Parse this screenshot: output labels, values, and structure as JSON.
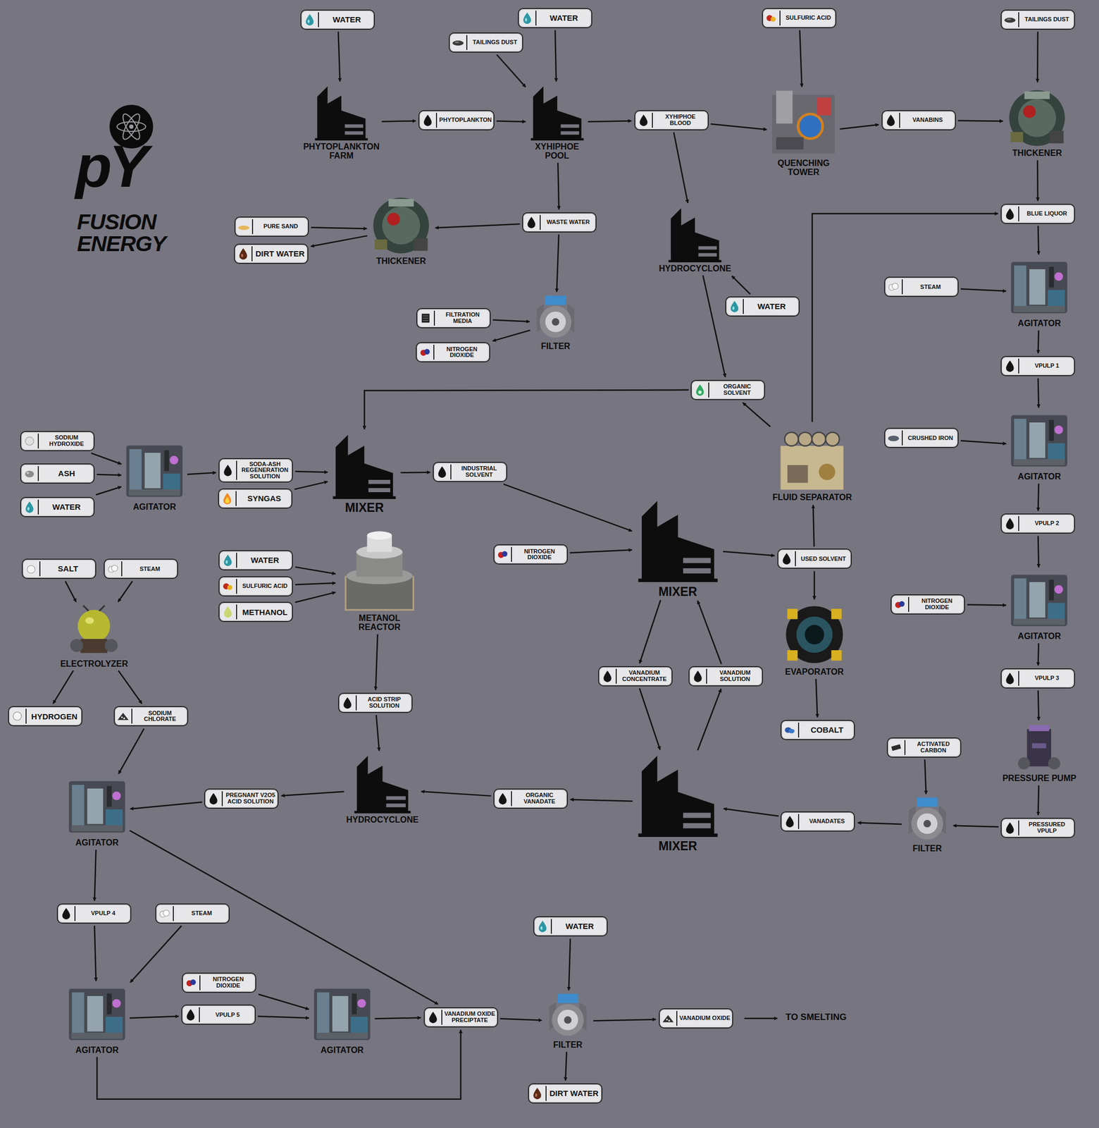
{
  "diagram": {
    "nodes": [
      {
        "text": [
          "WATER"
        ]
      },
      {
        "text": [
          "PHYTOPLANKTON FARM"
        ]
      },
      {
        "text": [
          "PHYTOPLANKTON"
        ]
      },
      {
        "text": [
          "WATER"
        ]
      },
      {
        "text": [
          "TAILINGS DUST"
        ]
      },
      {
        "text": [
          "XYHIPHOE POOL"
        ]
      },
      {
        "text": [
          "XYHIPHOE BLOOD"
        ]
      },
      {
        "text": [
          "SULFURIC ACID"
        ]
      },
      {
        "text": [
          "QUENCHING TOWER"
        ]
      },
      {
        "text": [
          "VANABINS"
        ]
      },
      {
        "text": [
          "TAILINGS DUST"
        ]
      },
      {
        "text": [
          "THICKENER"
        ]
      },
      {
        "text": [
          "WASTE WATER"
        ]
      },
      {
        "text": [
          "THICKENER"
        ]
      },
      {
        "text": [
          "PURE SAND"
        ]
      },
      {
        "text": [
          "DIRT WATER"
        ]
      },
      {
        "text": [
          "FILTER"
        ]
      },
      {
        "text": [
          "FILTRATION MEDIA"
        ]
      },
      {
        "text": [
          "NITROGEN DIOXIDE"
        ]
      },
      {
        "text": [
          "HYDROCYCLONE"
        ]
      },
      {
        "text": [
          "WATER"
        ]
      },
      {
        "text": [
          "ORGANIC SOLVENT"
        ]
      },
      {
        "text": [
          "FLUID SEPARATOR"
        ]
      },
      {
        "text": [
          "BLUE LIQUOR"
        ]
      },
      {
        "text": [
          "STEAM"
        ]
      },
      {
        "text": [
          "AGITATOR"
        ]
      },
      {
        "text": [
          "VPULP 1"
        ]
      },
      {
        "text": [
          "CRUSHED IRON"
        ]
      },
      {
        "text": [
          "AGITATOR"
        ]
      },
      {
        "text": [
          "VPULP 2"
        ]
      },
      {
        "text": [
          "NITROGEN DIOXIDE"
        ]
      },
      {
        "text": [
          "AGITATOR"
        ]
      },
      {
        "text": [
          "VPULP 3"
        ]
      },
      {
        "text": [
          "PRESSURE PUMP"
        ]
      },
      {
        "text": [
          "PRESSURED VPULP"
        ]
      },
      {
        "text": [
          "ACTIVATED CARBON"
        ]
      },
      {
        "text": [
          "FILTER"
        ]
      },
      {
        "text": [
          "VANADATES"
        ]
      },
      {
        "text": [
          "USED SOLVENT"
        ]
      },
      {
        "text": [
          "EVAPORATOR"
        ]
      },
      {
        "text": [
          "COBALT"
        ]
      },
      {
        "text": [
          "MIXER"
        ]
      },
      {
        "text": [
          "NITROGEN DIOXIDE"
        ]
      },
      {
        "text": [
          "INDUSTRIAL SOLVENT"
        ]
      },
      {
        "text": [
          "MIXER"
        ]
      },
      {
        "text": [
          "SODA-ASH REGENERATION SOLUTION"
        ]
      },
      {
        "text": [
          "SYNGAS"
        ]
      },
      {
        "text": [
          "AGITATOR"
        ]
      },
      {
        "text": [
          "SODIUM HYDROXIDE"
        ]
      },
      {
        "text": [
          "ASH"
        ]
      },
      {
        "text": [
          "WATER"
        ]
      },
      {
        "text": [
          "VANADIUM CONCENTRATE"
        ]
      },
      {
        "text": [
          "VANADIUM SOLUTION"
        ]
      },
      {
        "text": [
          "MIXER"
        ]
      },
      {
        "text": [
          "ORGANIC VANADATE"
        ]
      },
      {
        "text": [
          "HYDROCYCLONE"
        ]
      },
      {
        "text": [
          "METANOL REACTOR"
        ]
      },
      {
        "text": [
          "WATER"
        ]
      },
      {
        "text": [
          "SULFURIC ACID"
        ]
      },
      {
        "text": [
          "METHANOL"
        ]
      },
      {
        "text": [
          "ACID STRIP SOLUTION"
        ]
      },
      {
        "text": [
          "PREGNANT V2O5 ACID SOLUTION"
        ]
      },
      {
        "text": [
          "SALT"
        ]
      },
      {
        "text": [
          "STEAM"
        ]
      },
      {
        "text": [
          "ELECTROLYZER"
        ]
      },
      {
        "text": [
          "HYDROGEN"
        ]
      },
      {
        "text": [
          "SODIUM CHLORATE"
        ]
      },
      {
        "text": [
          "AGITATOR"
        ]
      },
      {
        "text": [
          "VPULP 4"
        ]
      },
      {
        "text": [
          "STEAM"
        ]
      },
      {
        "text": [
          "AGITATOR"
        ]
      },
      {
        "text": [
          "NITROGEN DIOXIDE"
        ]
      },
      {
        "text": [
          "VPULP 5"
        ]
      },
      {
        "text": [
          "AGITATOR"
        ]
      },
      {
        "text": [
          "VANADIUM OXIDE PRECIPTATE"
        ]
      },
      {
        "text": [
          "WATER"
        ]
      },
      {
        "text": [
          "FILTER"
        ]
      },
      {
        "text": [
          "VANADIUM OXIDE"
        ]
      },
      {
        "text": [
          "DIRT WATER"
        ]
      }
    ],
    "edges": [
      {
        "from": 0,
        "to": 1,
        "arrow": "to"
      },
      {
        "from": 1,
        "to": 2,
        "arrow": "to"
      },
      {
        "from": 2,
        "to": 5,
        "arrow": "to"
      },
      {
        "from": 4,
        "to": 5,
        "arrow": "to"
      },
      {
        "from": 3,
        "to": 5,
        "arrow": "to"
      },
      {
        "from": 5,
        "to": 6,
        "arrow": "to"
      },
      {
        "from": 6,
        "to": 8,
        "arrow": "to"
      },
      {
        "from": 7,
        "to": 8,
        "arrow": "to"
      },
      {
        "from": 8,
        "to": 9,
        "arrow": "to"
      },
      {
        "from": 9,
        "to": 11,
        "arrow": "to"
      },
      {
        "from": 10,
        "to": 11,
        "arrow": "to"
      },
      {
        "from": 11,
        "to": 23,
        "arrow": "to"
      },
      {
        "from": 5,
        "to": 12,
        "arrow": "to"
      },
      {
        "from": 12,
        "to": 13,
        "arrow": "to"
      },
      {
        "from": 14,
        "to": 13,
        "arrow": "to"
      },
      {
        "from": 13,
        "to": 15,
        "arrow": "to"
      },
      {
        "from": 12,
        "to": 16,
        "arrow": "to"
      },
      {
        "from": 17,
        "to": 16,
        "arrow": "to"
      },
      {
        "from": 16,
        "to": 18,
        "arrow": "to"
      },
      {
        "from": 6,
        "to": 19,
        "arrow": "to"
      },
      {
        "from": 20,
        "to": 19,
        "arrow": "to"
      },
      {
        "from": 19,
        "to": 21,
        "arrow": "to"
      },
      {
        "from": 22,
        "to": 21,
        "arrow": "to"
      },
      {
        "from": 22,
        "to": 23,
        "arrow": "to"
      },
      {
        "from": 23,
        "to": 25,
        "arrow": "to"
      },
      {
        "from": 24,
        "to": 25,
        "arrow": "to"
      },
      {
        "from": 25,
        "to": 26,
        "arrow": "to"
      },
      {
        "from": 26,
        "to": 28,
        "arrow": "to"
      },
      {
        "from": 27,
        "to": 28,
        "arrow": "to"
      },
      {
        "from": 28,
        "to": 29,
        "arrow": "to"
      },
      {
        "from": 29,
        "to": 31,
        "arrow": "to"
      },
      {
        "from": 30,
        "to": 31,
        "arrow": "to"
      },
      {
        "from": 31,
        "to": 32,
        "arrow": "to"
      },
      {
        "from": 32,
        "to": 33,
        "arrow": "to"
      },
      {
        "from": 33,
        "to": 34,
        "arrow": "to"
      },
      {
        "from": 34,
        "to": 36,
        "arrow": "to"
      },
      {
        "from": 35,
        "to": 36,
        "arrow": "to"
      },
      {
        "from": 36,
        "to": 37,
        "arrow": "to"
      },
      {
        "from": 37,
        "to": 53,
        "arrow": "to"
      },
      {
        "from": 53,
        "to": 52,
        "arrow": "to"
      },
      {
        "from": 52,
        "to": 41,
        "arrow": "to"
      },
      {
        "from": 41,
        "to": 51,
        "arrow": "to"
      },
      {
        "from": 51,
        "to": 53,
        "arrow": "to"
      },
      {
        "from": 53,
        "to": 54,
        "arrow": "to"
      },
      {
        "from": 54,
        "to": 55,
        "arrow": "to"
      },
      {
        "from": 55,
        "to": 61,
        "arrow": "to"
      },
      {
        "from": 61,
        "to": 67,
        "arrow": "to"
      },
      {
        "from": 60,
        "to": 55,
        "arrow": "to"
      },
      {
        "from": 56,
        "to": 60,
        "arrow": "to"
      },
      {
        "from": 57,
        "to": 56,
        "arrow": "to"
      },
      {
        "from": 58,
        "to": 56,
        "arrow": "to"
      },
      {
        "from": 59,
        "to": 56,
        "arrow": "to"
      },
      {
        "from": 21,
        "to": 44,
        "arrow": "to"
      },
      {
        "from": 45,
        "to": 44,
        "arrow": "to"
      },
      {
        "from": 46,
        "to": 44,
        "arrow": "to"
      },
      {
        "from": 44,
        "to": 43,
        "arrow": "to"
      },
      {
        "from": 43,
        "to": 41,
        "arrow": "to"
      },
      {
        "from": 42,
        "to": 41,
        "arrow": "to"
      },
      {
        "from": 41,
        "to": 38,
        "arrow": "to"
      },
      {
        "from": 38,
        "to": 22,
        "arrow": "to"
      },
      {
        "from": 38,
        "to": 39,
        "arrow": "to"
      },
      {
        "from": 39,
        "to": 40,
        "arrow": "to"
      },
      {
        "from": 48,
        "to": 47,
        "arrow": "to"
      },
      {
        "from": 49,
        "to": 47,
        "arrow": "to"
      },
      {
        "from": 50,
        "to": 47,
        "arrow": "to"
      },
      {
        "from": 47,
        "to": 45,
        "arrow": "to"
      },
      {
        "from": 62,
        "to": 64,
        "arrow": "to"
      },
      {
        "from": 63,
        "to": 64,
        "arrow": "to"
      },
      {
        "from": 64,
        "to": 65,
        "arrow": "to"
      },
      {
        "from": 64,
        "to": 66,
        "arrow": "to"
      },
      {
        "from": 66,
        "to": 67,
        "arrow": "to"
      },
      {
        "from": 67,
        "to": 68,
        "arrow": "to"
      },
      {
        "from": 67,
        "to": 74,
        "arrow": "to"
      },
      {
        "from": 68,
        "to": 70,
        "arrow": "to"
      },
      {
        "from": 69,
        "to": 70,
        "arrow": "to"
      },
      {
        "from": 70,
        "to": 72,
        "arrow": "to"
      },
      {
        "from": 71,
        "to": 73,
        "arrow": "to"
      },
      {
        "from": 72,
        "to": 73,
        "arrow": "to"
      },
      {
        "from": 73,
        "to": 74,
        "arrow": "to"
      },
      {
        "from": 70,
        "to": 74,
        "arrow": "to"
      },
      {
        "from": 74,
        "to": 76,
        "arrow": "to"
      },
      {
        "from": 75,
        "to": 76,
        "arrow": "to"
      },
      {
        "from": 76,
        "to": 77,
        "arrow": "to"
      },
      {
        "from": 76,
        "to": 78,
        "arrow": "to"
      }
    ],
    "labels": [
      "pY",
      "FUSION ENERGY",
      "TO SMELTING"
    ]
  }
}
